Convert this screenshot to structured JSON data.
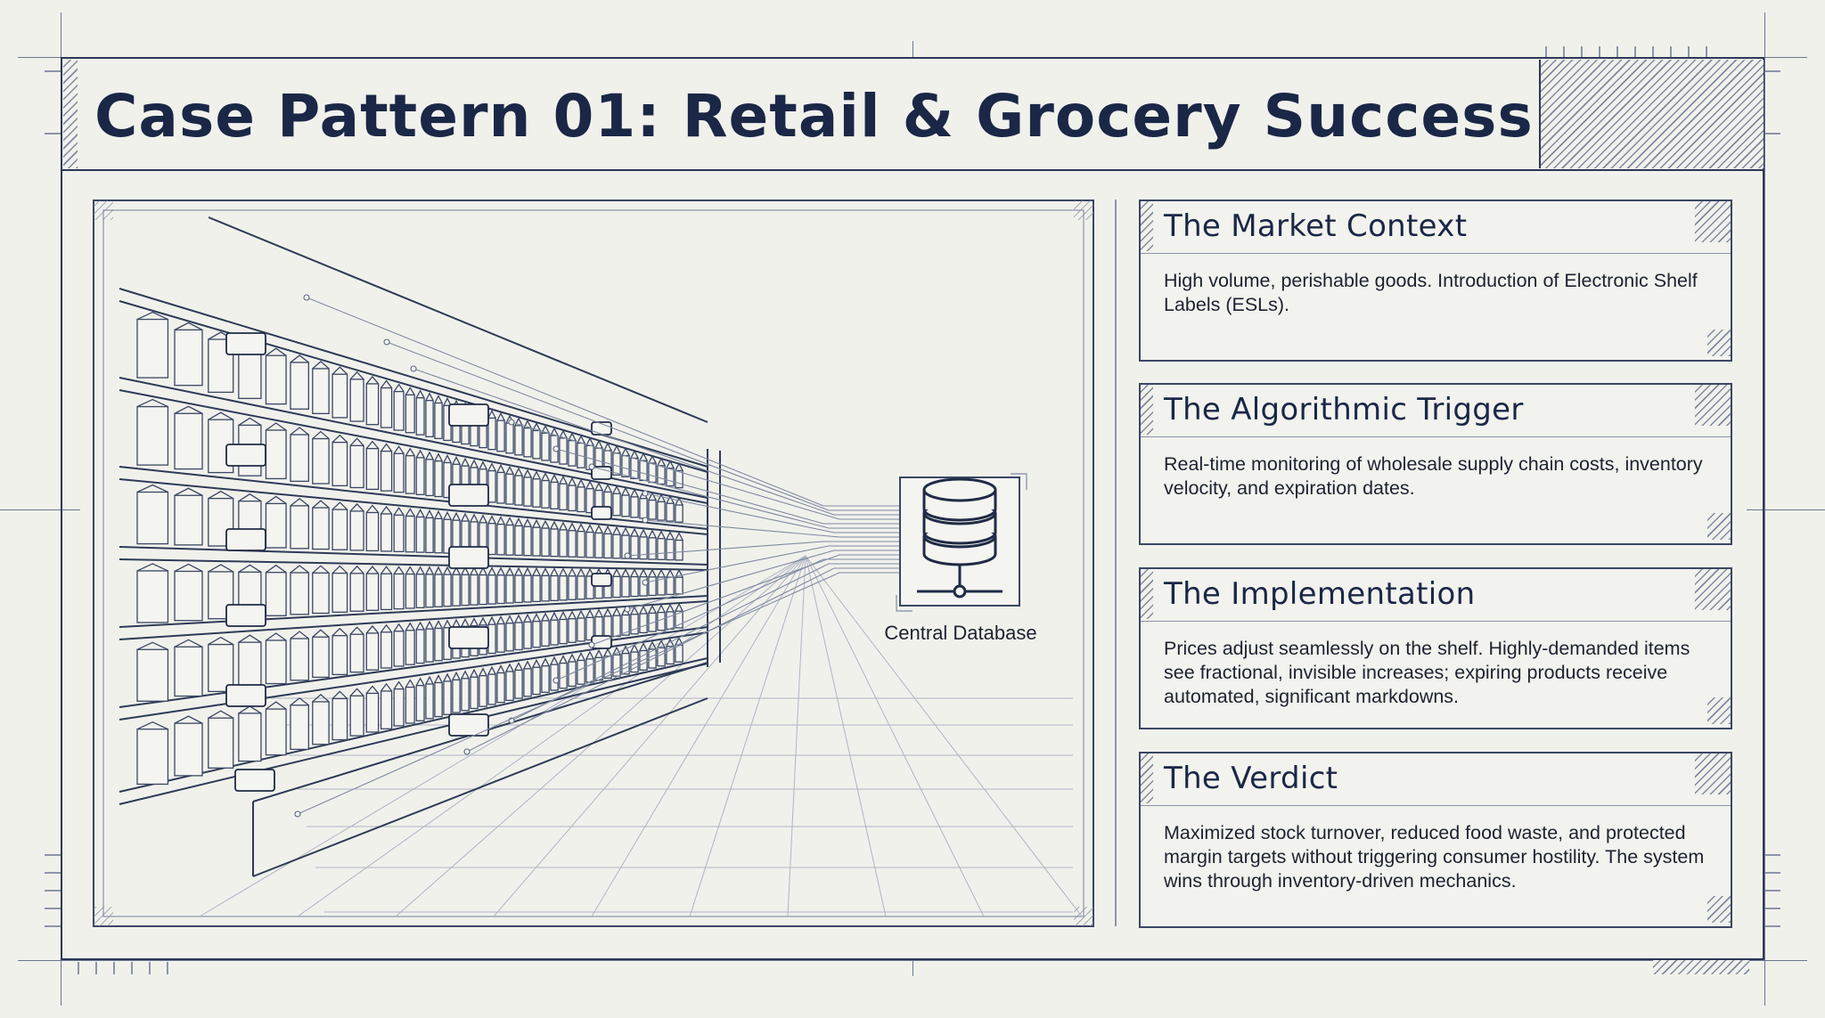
{
  "title": "Case Pattern 01: Retail & Grocery Success",
  "illustration": {
    "database_label": "Central Database"
  },
  "cards": [
    {
      "heading": "The Market Context",
      "body": "High volume, perishable goods. Introduction of Electronic Shelf Labels (ESLs)."
    },
    {
      "heading": "The Algorithmic Trigger",
      "body": "Real-time monitoring of wholesale supply chain costs, inventory velocity, and expiration dates."
    },
    {
      "heading": "The Implementation",
      "body": "Prices adjust seamlessly on the shelf. Highly-demanded items see fractional, invisible increases; expiring products receive automated, significant markdowns."
    },
    {
      "heading": "The Verdict",
      "body": "Maximized stock turnover, reduced food waste, and protected margin targets without triggering consumer hostility. The system wins through inventory-driven mechanics."
    }
  ],
  "icons": {
    "database": "database-icon"
  },
  "colors": {
    "background": "#f1f1ec",
    "ink": "#1a2746",
    "line": "#3a4763"
  }
}
